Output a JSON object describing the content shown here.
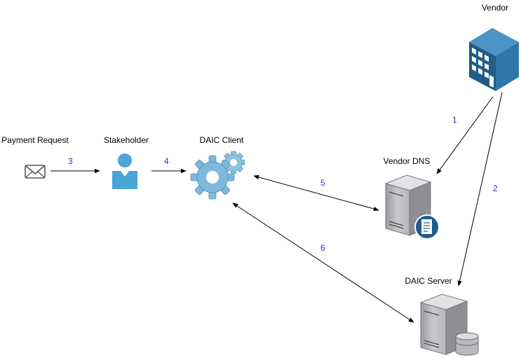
{
  "nodes": {
    "payment_request": {
      "label": "Payment Request"
    },
    "stakeholder": {
      "label": "Stakeholder"
    },
    "daic_client": {
      "label": "DAIC Client"
    },
    "vendor": {
      "label": "Vendor"
    },
    "vendor_dns": {
      "label": "Vendor DNS"
    },
    "daic_server": {
      "label": "DAIC Server"
    }
  },
  "edges": [
    {
      "label": "1",
      "from": "Vendor",
      "to": "Vendor DNS"
    },
    {
      "label": "2",
      "from": "Vendor",
      "to": "DAIC Server"
    },
    {
      "label": "3",
      "from": "Payment Request",
      "to": "Stakeholder"
    },
    {
      "label": "4",
      "from": "Stakeholder",
      "to": "DAIC Client"
    },
    {
      "label": "5",
      "from": "DAIC Client",
      "to": "Vendor DNS"
    },
    {
      "label": "6",
      "from": "DAIC Client",
      "to": "DAIC Server"
    }
  ],
  "colors": {
    "step_label": "#3333cc",
    "person": "#4aa6d6",
    "building": "#1f5c8a",
    "gear": "#6fb3d8"
  }
}
